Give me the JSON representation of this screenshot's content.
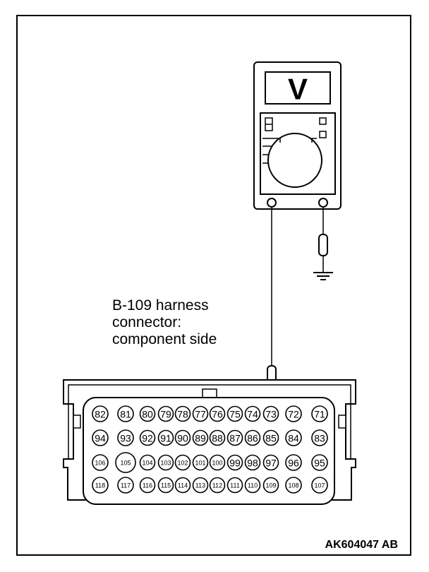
{
  "meter": {
    "display_symbol": "V"
  },
  "connector": {
    "label_lines": [
      "B-109 harness",
      "connector:",
      "component side"
    ],
    "rows": [
      [
        "82",
        "81",
        "80",
        "79",
        "78",
        "77",
        "76",
        "75",
        "74",
        "73",
        "72",
        "71"
      ],
      [
        "94",
        "93",
        "92",
        "91",
        "90",
        "89",
        "88",
        "87",
        "86",
        "85",
        "84",
        "83"
      ],
      [
        "106",
        "105",
        "104",
        "103",
        "102",
        "101",
        "100",
        "99",
        "98",
        "97",
        "96",
        "95"
      ],
      [
        "118",
        "117",
        "116",
        "115",
        "114",
        "113",
        "112",
        "111",
        "110",
        "109",
        "108",
        "107"
      ]
    ],
    "probed_pin": "73"
  },
  "figure_id": "AK604047 AB"
}
